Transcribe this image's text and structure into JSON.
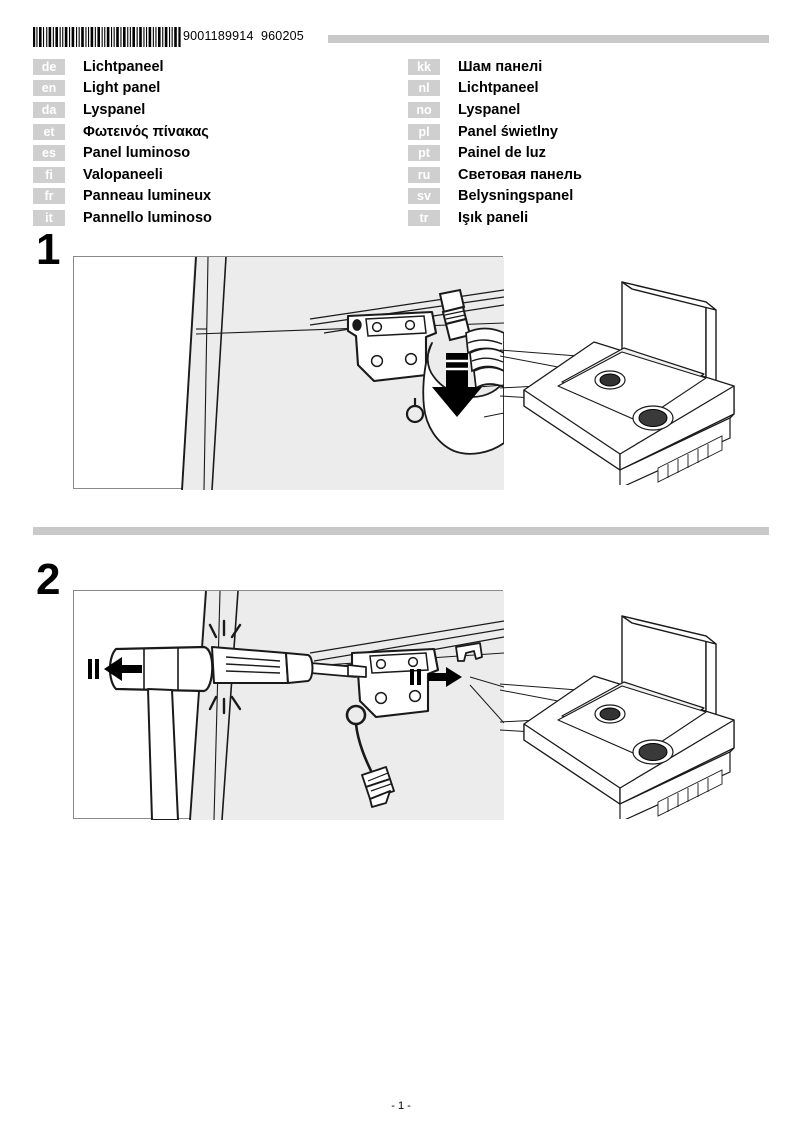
{
  "header": {
    "barcode_icon": "barcode",
    "barcode_number": "9001189914",
    "doc_code": "960205"
  },
  "languages_left": [
    {
      "code": "de",
      "name": "Lichtpaneel"
    },
    {
      "code": "en",
      "name": "Light panel"
    },
    {
      "code": "da",
      "name": "Lyspanel"
    },
    {
      "code": "et",
      "name": "Φωτεινός πίνακας"
    },
    {
      "code": "es",
      "name": "Panel luminoso"
    },
    {
      "code": "fi",
      "name": "Valopaneeli"
    },
    {
      "code": "fr",
      "name": "Panneau lumineux"
    },
    {
      "code": "it",
      "name": "Pannello luminoso"
    }
  ],
  "languages_right": [
    {
      "code": "kk",
      "name": "Шам панелі"
    },
    {
      "code": "nl",
      "name": "Lichtpaneel"
    },
    {
      "code": "no",
      "name": "Lyspanel"
    },
    {
      "code": "pl",
      "name": "Panel świetlny"
    },
    {
      "code": "pt",
      "name": "Painel de luz"
    },
    {
      "code": "ru",
      "name": "Световая панель"
    },
    {
      "code": "sv",
      "name": "Belysningspanel"
    },
    {
      "code": "tr",
      "name": "Işık paneli"
    }
  ],
  "steps": [
    {
      "number": "1",
      "illustration": "hand-pulling-connector-from-bracket",
      "icons": [
        "hand-icon",
        "connector-plug-icon",
        "hinge-bracket-icon",
        "down-arrow-icon",
        "cooktop-light-panel-icon"
      ]
    },
    {
      "number": "2",
      "illustration": "hammer-and-screwdriver-removing-bracket",
      "icons": [
        "hammer-icon",
        "screwdriver-icon",
        "impact-spark-icon",
        "left-arrow-icon",
        "right-arrow-icon",
        "hinge-bracket-icon",
        "connector-cable-icon",
        "cooktop-light-panel-icon"
      ]
    }
  ],
  "footer": {
    "page_label": "- 1 -"
  },
  "colors": {
    "bar_gray": "#c9c9c9",
    "badge_gray": "#cfcfcf",
    "frame_border": "#8a8a8a",
    "wall_shade": "#ececec",
    "line": "#1a1a1a"
  }
}
